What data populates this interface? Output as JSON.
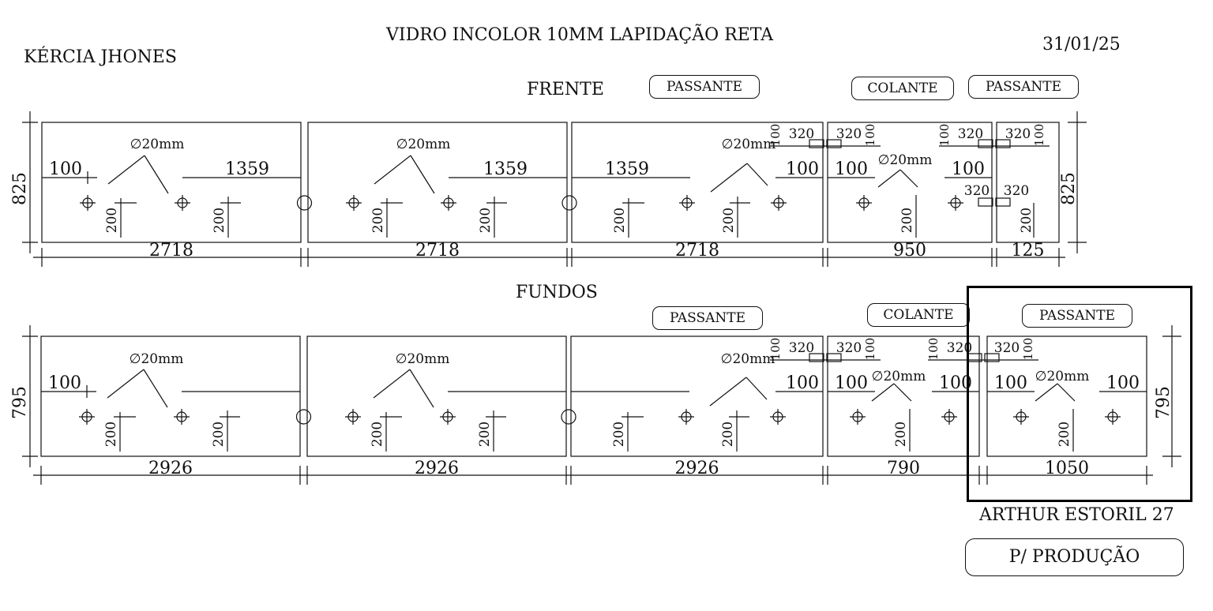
{
  "header": {
    "client": "KÉRCIA JHONES",
    "title": "VIDRO INCOLOR 10MM LAPIDAÇÃO RETA",
    "date": "31/01/25"
  },
  "frente": {
    "label": "FRENTE",
    "height": "825",
    "tags": [
      "PASSANTE",
      "COLANTE",
      "PASSANTE"
    ],
    "widths": [
      "2718",
      "2718",
      "2718",
      "950",
      "125"
    ],
    "hole": "∅20mm",
    "offsets": {
      "edge": "100",
      "long": "1359",
      "vertical": "200",
      "fit": "320"
    }
  },
  "fundos": {
    "label": "FUNDOS",
    "height": "795",
    "tags": [
      "PASSANTE",
      "COLANTE",
      "PASSANTE"
    ],
    "widths": [
      "2926",
      "2926",
      "2926",
      "790",
      "1050"
    ],
    "hole": "∅20mm",
    "offsets": {
      "edge": "100",
      "vertical": "200",
      "fit": "320"
    }
  },
  "footer": {
    "address": "ARTHUR ESTORIL 27",
    "stamp": "P/ PRODUÇÃO"
  }
}
